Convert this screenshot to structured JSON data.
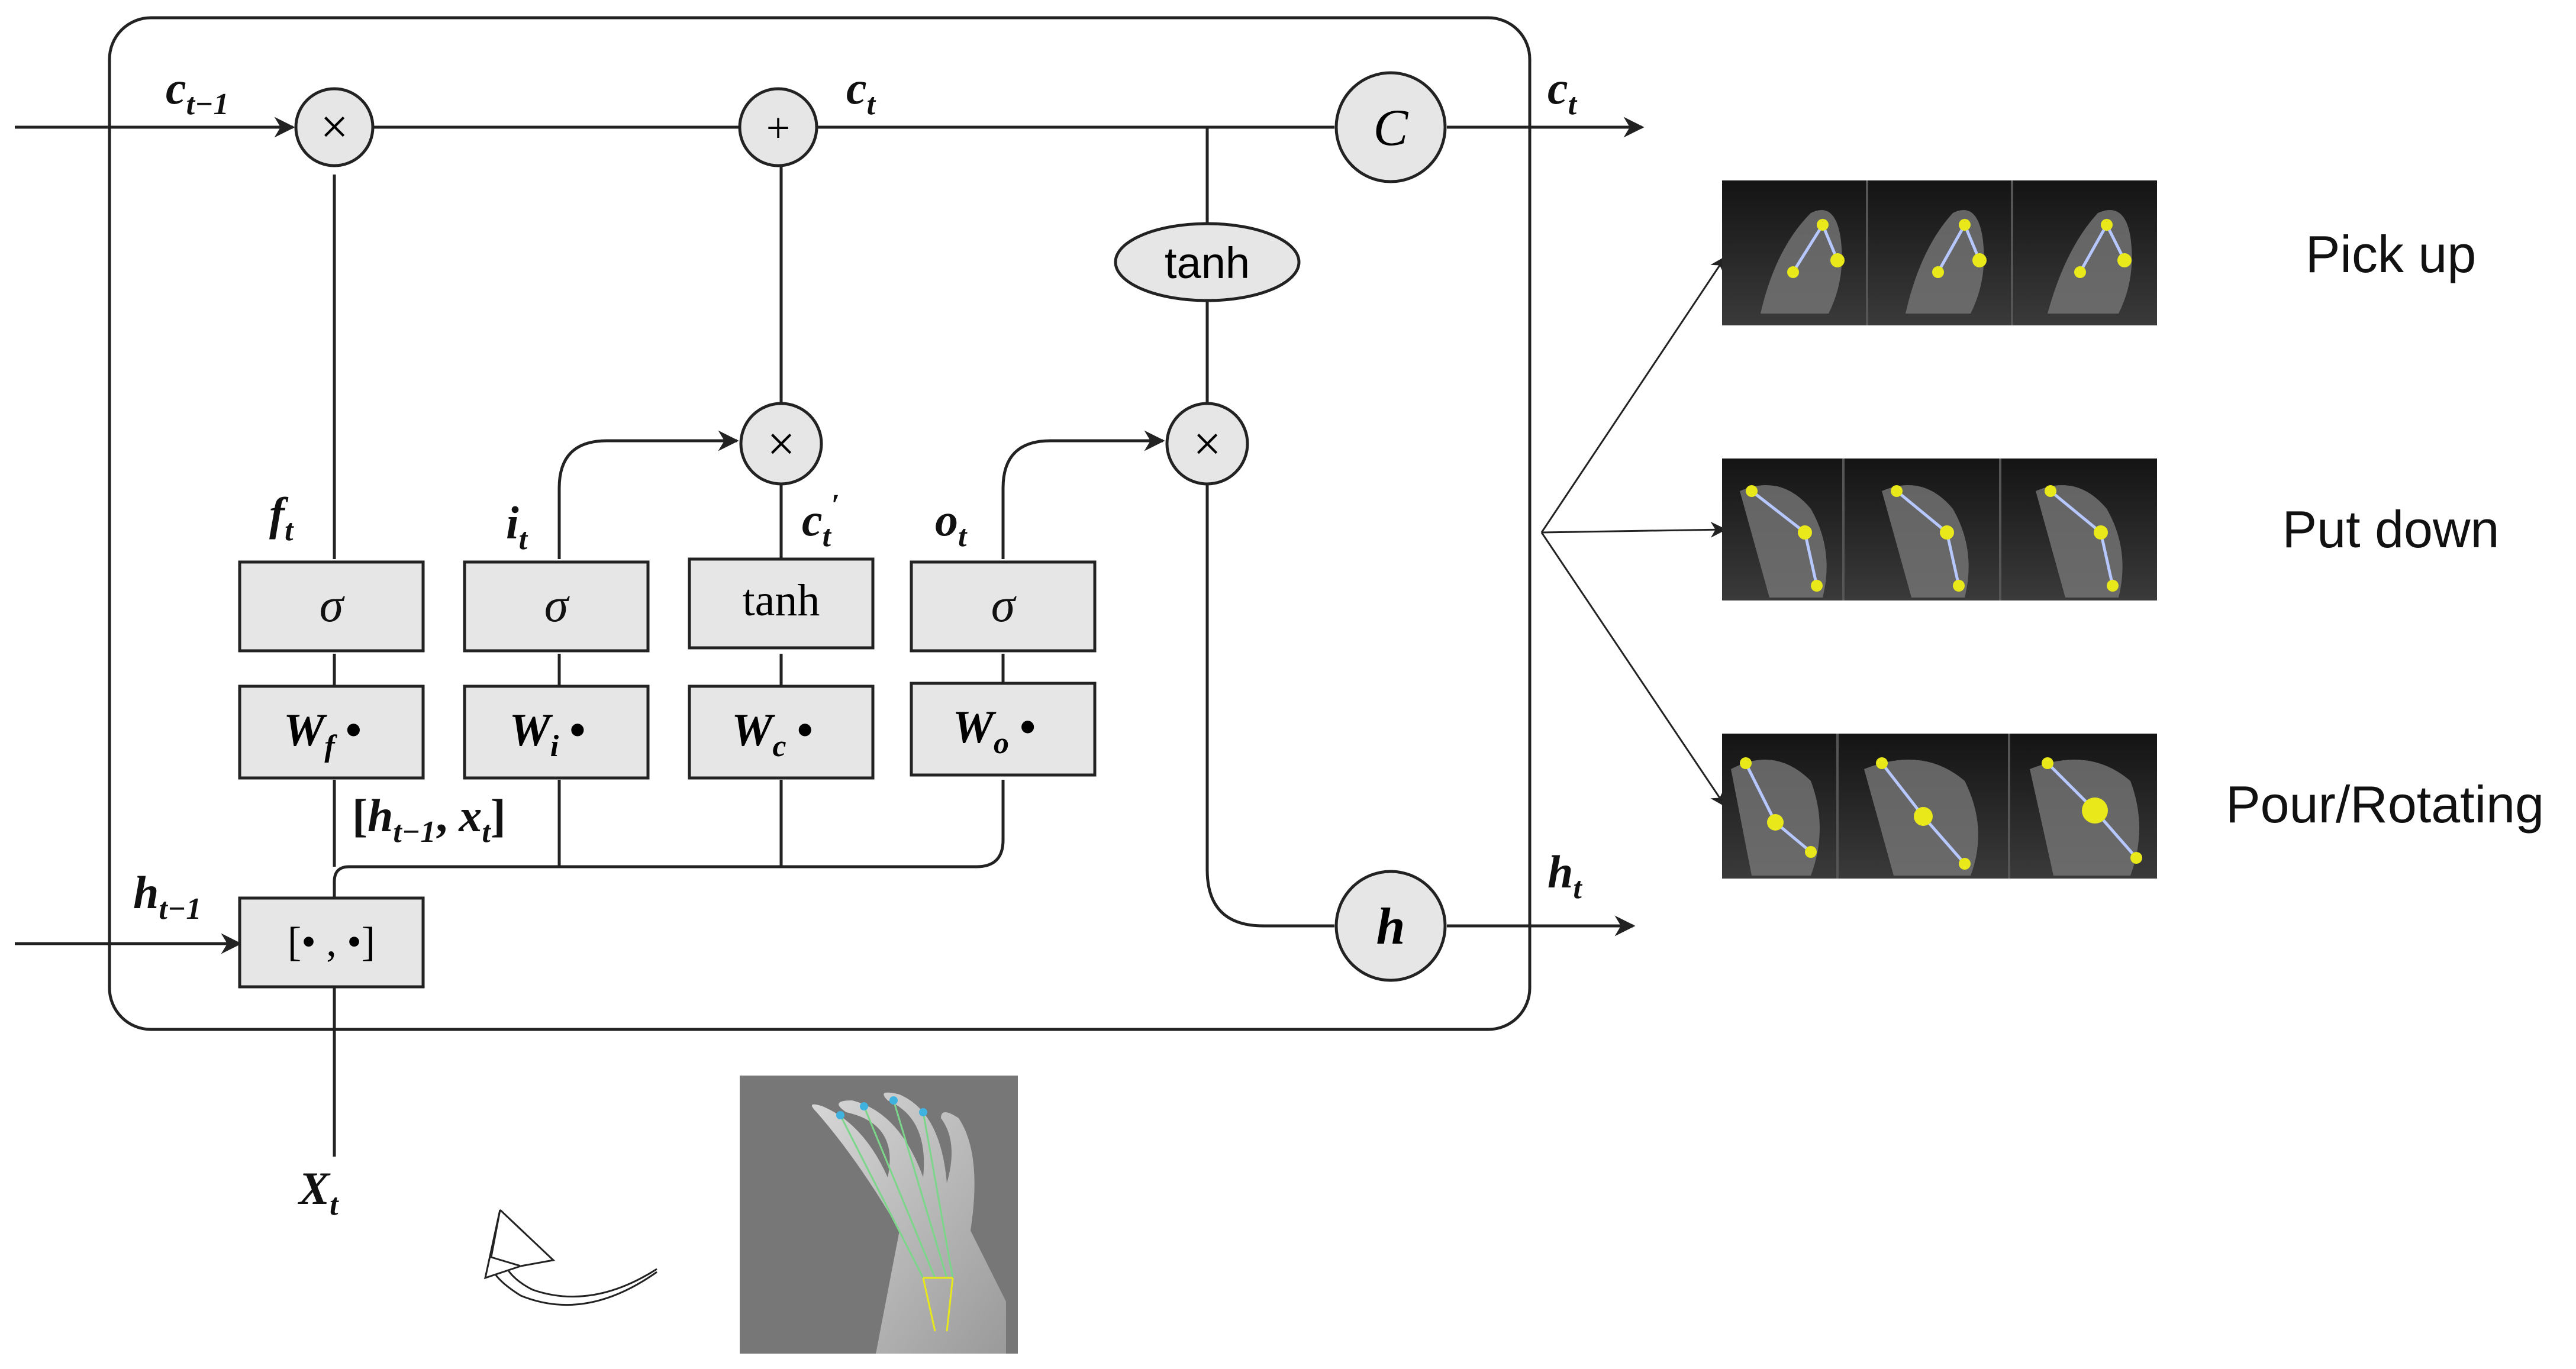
{
  "diagram": {
    "cell_state_in": {
      "main": "c",
      "sub": "t−1"
    },
    "cell_state_mid": {
      "main": "c",
      "sub": "t"
    },
    "cell_state_out": {
      "main": "c",
      "sub": "t"
    },
    "hidden_in": {
      "main": "h",
      "sub": "t−1"
    },
    "hidden_out": {
      "main": "h",
      "sub": "t"
    },
    "input_label": {
      "main": "X",
      "sub": "t"
    },
    "gate_labels": {
      "forget": {
        "main": "f",
        "sub": "t"
      },
      "input": {
        "main": "i",
        "sub": "t"
      },
      "candidate": {
        "main": "c",
        "sub": "t",
        "sup": "′"
      },
      "output": {
        "main": "o",
        "sub": "t"
      }
    },
    "activations": {
      "forget": "σ",
      "input": "σ",
      "candidate": "tanh",
      "output": "σ"
    },
    "weights": {
      "forget": {
        "main": "W",
        "sub": "f",
        "dot": "•"
      },
      "input": {
        "main": "W",
        "sub": "i",
        "dot": "•"
      },
      "candidate": {
        "main": "W",
        "sub": "c",
        "dot": "•"
      },
      "output": {
        "main": "W",
        "sub": "o",
        "dot": "•"
      }
    },
    "concat_label": {
      "open": "[",
      "h": "h",
      "h_sub": "t−1",
      "comma": ", ",
      "x": "x",
      "x_sub": "t",
      "close": "]"
    },
    "concat_op": "[• , •]",
    "ops": {
      "multiply": "×",
      "add": "+",
      "tanh": "tanh",
      "cell_node": "C",
      "hidden_node": "h"
    },
    "classes": [
      "Pick up",
      "Put down",
      "Pour/Rotating"
    ]
  }
}
